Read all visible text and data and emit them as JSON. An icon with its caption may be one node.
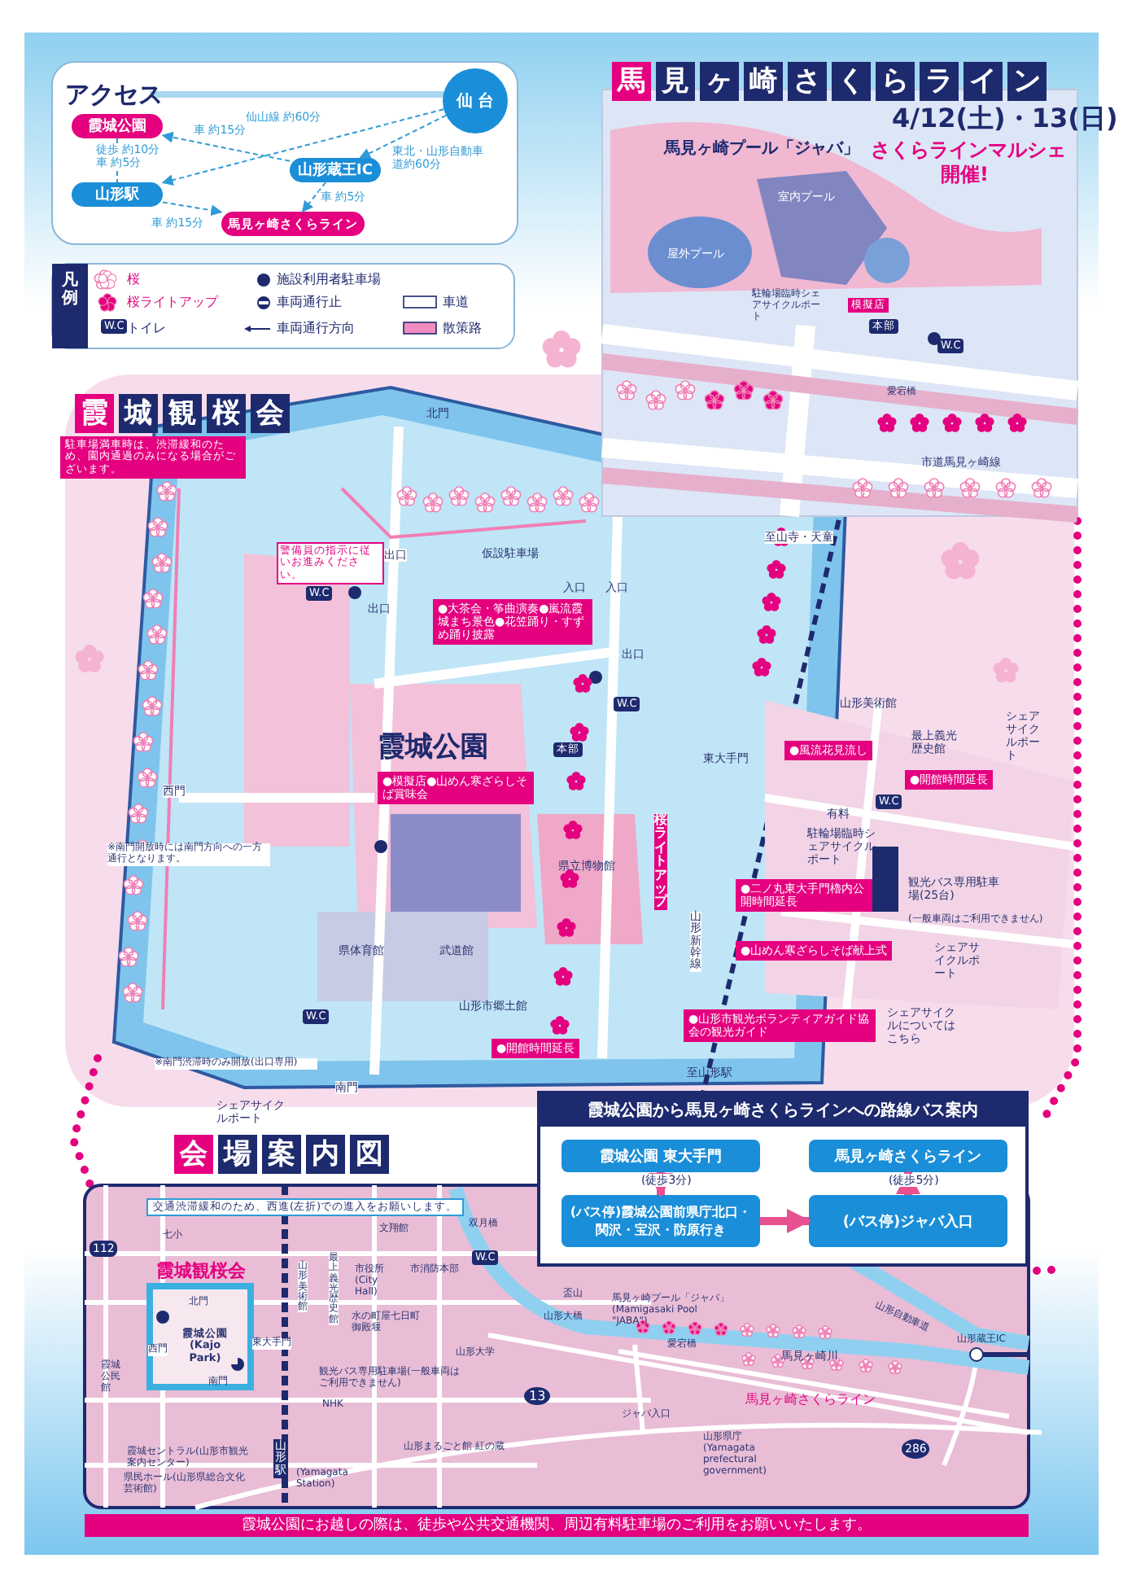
{
  "diagram": {
    "nodes": [
      {
        "text": [
          "仙 台"
        ]
      },
      {
        "text": [
          "霞城公園"
        ]
      },
      {
        "text": [
          "山形駅"
        ]
      },
      {
        "text": [
          "山形蔵王IC"
        ]
      },
      {
        "text": [
          "馬見ヶ崎さくらライン"
        ]
      },
      {
        "text": [
          "霞城公園から馬見ヶ崎さくらラインへの路線バス案内"
        ]
      },
      {
        "text": [
          "霞城公園 東大手門"
        ],
        "in": 5
      },
      {
        "text": [
          "(バス停)霞城公園前県庁北口・関沢・宝沢・防原行き"
        ],
        "in": 5
      },
      {
        "text": [
          "馬見ヶ崎さくらライン"
        ],
        "in": 5
      },
      {
        "text": [
          "(バス停)ジャバ入口"
        ],
        "in": 5
      }
    ],
    "edges": [
      {
        "from": 0,
        "to": 2,
        "arrow": "to",
        "label": "仙山線 約60分",
        "style": "dashed",
        "color": "#2f9bd6"
      },
      {
        "from": 0,
        "to": 3,
        "arrow": "to",
        "label": "東北・山形自動車道約60分",
        "style": "dashed",
        "color": "#2f9bd6"
      },
      {
        "from": 3,
        "to": 1,
        "arrow": "to",
        "label": "車 約15分",
        "style": "dashed",
        "color": "#2f9bd6"
      },
      {
        "from": 1,
        "to": 2,
        "arrow": "none",
        "label": "徒歩 約10分車 約5分",
        "style": "dashed",
        "color": "#2f9bd6"
      },
      {
        "from": 3,
        "to": 4,
        "arrow": "to",
        "label": "車 約5分",
        "style": "dashed",
        "color": "#2f9bd6"
      },
      {
        "from": 2,
        "to": 4,
        "arrow": "to",
        "label": "車 約15分",
        "style": "dashed",
        "color": "#2f9bd6"
      },
      {
        "from": 6,
        "to": 7,
        "arrow": "to",
        "label": "(徒歩3分)",
        "style": "thick",
        "color": "#e8508f"
      },
      {
        "from": 7,
        "to": 9,
        "arrow": "to",
        "style": "thick",
        "color": "#e8508f"
      },
      {
        "from": 9,
        "to": 8,
        "arrow": "to",
        "label": "(徒歩5分)",
        "style": "thick",
        "color": "#e8508f"
      }
    ],
    "labels": [
      "アクセス",
      "馬見ヶ崎さくらライン",
      "4/12(土)・13(日)",
      "さくらラインマルシェ",
      "開催!",
      "馬見ヶ崎プール「ジャバ」",
      "室内プール",
      "屋外プール",
      "駐輪場臨時シェアサイクルポート",
      "模擬店",
      "本部",
      "W.C",
      "愛宕橋",
      "市道馬見ヶ崎線",
      "凡例",
      "霞城観桜会",
      "駐車場満車時は、渋滞緩和のため、園内通過のみになる場合がございます。",
      "北門",
      "警備員の指示に従いお進みください。",
      "出口",
      "仮設駐車場",
      "至山寺・天童",
      "W.C",
      "出口",
      "入口",
      "入口",
      "●大茶会・筝曲演奏●嵐流霞城まち景色●花笠踊り・すずめ踊り披露",
      "出口",
      "W.C",
      "山形美術館",
      "霞城公園",
      "●模擬店●山めん寒ざらしそば賞味会",
      "本部",
      "●風流花見流し",
      "最上義光歴史館",
      "●開館時間延長",
      "シェアサイクルポート",
      "東大手門",
      "西門",
      "W.C",
      "有料",
      "駐輪場臨時シェアサイクルポート",
      "※南門開放時には南門方向への一方通行となります。",
      "県立博物館",
      "桜ライトアップ",
      "●二ノ丸東大手門櫓内公開時間延長",
      "観光バス専用駐車場(25台)",
      "(一般車両はご利用できません)",
      "山形新幹線",
      "県体育館",
      "武道館",
      "●山めん寒ざらしそば献上式",
      "シェアサイクルポート",
      "山形市郷土館",
      "W.C",
      "●山形市観光ボランティアガイド協会の観光ガイド",
      "シェアサイクルについてはこちら",
      "●開館時間延長",
      "※南門渋滞時のみ開放(出口専用)",
      "南門",
      "至山形駅",
      "シェアサイクルポート",
      "会場案内図",
      "交通渋滞緩和のため、西進(左折)での進入をお願いします。",
      "112",
      "七小",
      "霞城観桜会",
      "北門",
      "霞城公園 (Kajo Park)",
      "東大手門",
      "西門",
      "南門",
      "霞城公民館",
      "山形美術館",
      "最上義光歴史館",
      "市役所 (City Hall)",
      "文翔館",
      "市消防本部",
      "水の町屋七日町御殿堰",
      "双月橋",
      "W.C",
      "盃山",
      "山形大橋",
      "山形大学",
      "観光バス専用駐車場(一般車両はご利用できません)",
      "NHK",
      "山形まるごと館 紅の蔵",
      "13",
      "霞城セントラル(山形市観光案内センター)",
      "県民ホール(山形県総合文化芸術館)",
      "山形駅",
      "(Yamagata Station)",
      "馬見ヶ崎プール「ジャバ」 (Mamigasaki Pool \"JABA\")",
      "山形自動車道",
      "山形蔵王IC",
      "愛宕橋",
      "馬見ヶ崎川",
      "馬見ヶ崎さくらライン",
      "ジャバ入口",
      "山形県庁 (Yamagata prefectural government)",
      "286",
      "霞城公園にお越しの際は、徒歩や公共交通機関、周辺有料駐車場のご利用をお願いいたします。",
      "W.C"
    ],
    "legend": [
      {
        "text": "桜"
      },
      {
        "text": "桜ライトアップ"
      },
      {
        "text": "トイレ"
      },
      {
        "text": "施設利用者駐車場"
      },
      {
        "text": "車両通行止"
      },
      {
        "text": "車両通行方向"
      },
      {
        "text": "車道",
        "color": "#ffffff"
      },
      {
        "text": "散策路",
        "color": "#f08cc0"
      }
    ]
  }
}
